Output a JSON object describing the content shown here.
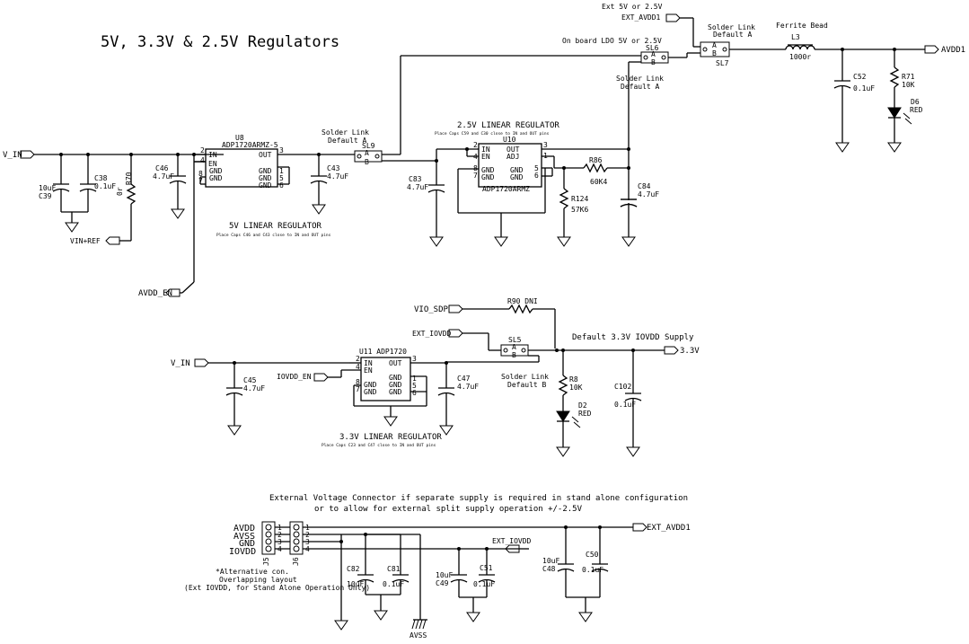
{
  "title": "5V, 3.3V  & 2.5V Regulators",
  "nets": {
    "vin": "V_IN",
    "vin_ref": "VIN+REF",
    "avdd_en": "AVDD_EN",
    "avdd1": "AVDD1",
    "ext_avdd1": "EXT_AVDD1",
    "ext_avdd1_b": "EXT_AVDD1",
    "vio_sdp": "VIO_SDP",
    "ext_iovdd": "EXT_IOVDD",
    "ext_iovdd_b": "EXT_IOVDD",
    "iovdd_en": "IOVDD_EN",
    "v33": "3.3V",
    "vin2": "V_IN",
    "avss": "AVSS"
  },
  "notes": {
    "ext_5v_2v5": "Ext 5V or 2.5V",
    "onboard_ldo": "On board LDO 5V or 2.5V",
    "sl_default_a_1": "Solder Link",
    "sl_default_a_2": "Default A",
    "sl9_1": "Solder Link",
    "sl9_2": "Default A",
    "sl6_1": "Solder Link",
    "sl6_2": "Default A",
    "ferrite": "Ferrite Bead",
    "reg25_title": "2.5V LINEAR REGULATOR",
    "reg25_note": "Place Caps C59 and C30 close to IN and OUT pins",
    "reg5_title": "5V LINEAR REGULATOR",
    "reg5_note": "Place Caps C46 and C43 close to IN and OUT pins",
    "reg33_title": "3.3V LINEAR REGULATOR",
    "reg33_note": "Place Caps C23 and C47 close to IN and OUT pins",
    "default_iovdd": "Default 3.3V IOVDD Supply",
    "sl5_1": "Solder Link",
    "sl5_2": "Default B",
    "ext_conn_1": "External Voltage Connector if separate supply is required in stand alone configuration",
    "ext_conn_2": "or to allow for external split supply operation +/-2.5V",
    "alt_1": "*Alternative con.",
    "alt_2": "Overlapping layout",
    "alt_3": "(Ext IOVDD, for Stand Alone Operation Only)"
  },
  "parts": {
    "u8": "U8",
    "u8_pn": "ADP1720ARMZ-5",
    "u10": "U10",
    "u10_pn": "ADP1720ARMZ",
    "u11": "U11  ADP1720",
    "c39_v": "10uF",
    "c39": "C39",
    "c38": "C38",
    "c38_v": "0.1uF",
    "r70": "R70",
    "r70_v": "0r",
    "c46": "C46",
    "c46_v": "4.7uF",
    "c43": "C43",
    "c43_v": "4.7uF",
    "sl9": "SL9",
    "c83": "C83",
    "c83_v": "4.7uF",
    "r86": "R86",
    "r86_v": "60K4",
    "r124": "R124",
    "r124_v": "57K6",
    "c84": "C84",
    "c84_v": "4.7uF",
    "sl6": "SL6",
    "sl7": "SL7",
    "l3": "L3",
    "l3_v": "1000r",
    "c52": "C52",
    "c52_v": "0.1uF",
    "r71": "R71",
    "r71_v": "10K",
    "d6": "D6",
    "d6_v": "RED",
    "r90": "R90 DNI",
    "sl5": "SL5",
    "c45": "C45",
    "c45_v": "4.7uF",
    "c47": "C47",
    "c47_v": "4.7uF",
    "r8": "R8",
    "r8_v": "10K",
    "d2": "D2",
    "d2_v": "RED",
    "c102": "C102",
    "c102_v": "0.1uF",
    "j5": "J5",
    "j6": "J6",
    "c82": "C82",
    "c82_v": "10uF",
    "c81": "C81",
    "c81_v": "0.1uF",
    "c49_v": "10uF",
    "c49": "C49",
    "c51": "C51",
    "c51_v": "0.1uF",
    "c48_v": "10uF",
    "c48": "C48",
    "c50": "C50",
    "c50_v": "0.1uF"
  },
  "pins": {
    "in": "IN",
    "en": "EN",
    "out": "OUT",
    "gnd": "GND",
    "adj": "ADJ",
    "p1": "1",
    "p2": "2",
    "p3": "3",
    "p4": "4",
    "p5": "5",
    "p6": "6",
    "p7": "7",
    "p8": "8",
    "a": "A",
    "b": "B"
  },
  "connector_labels": [
    "AVDD",
    "AVSS",
    "GND",
    "IOVDD"
  ]
}
